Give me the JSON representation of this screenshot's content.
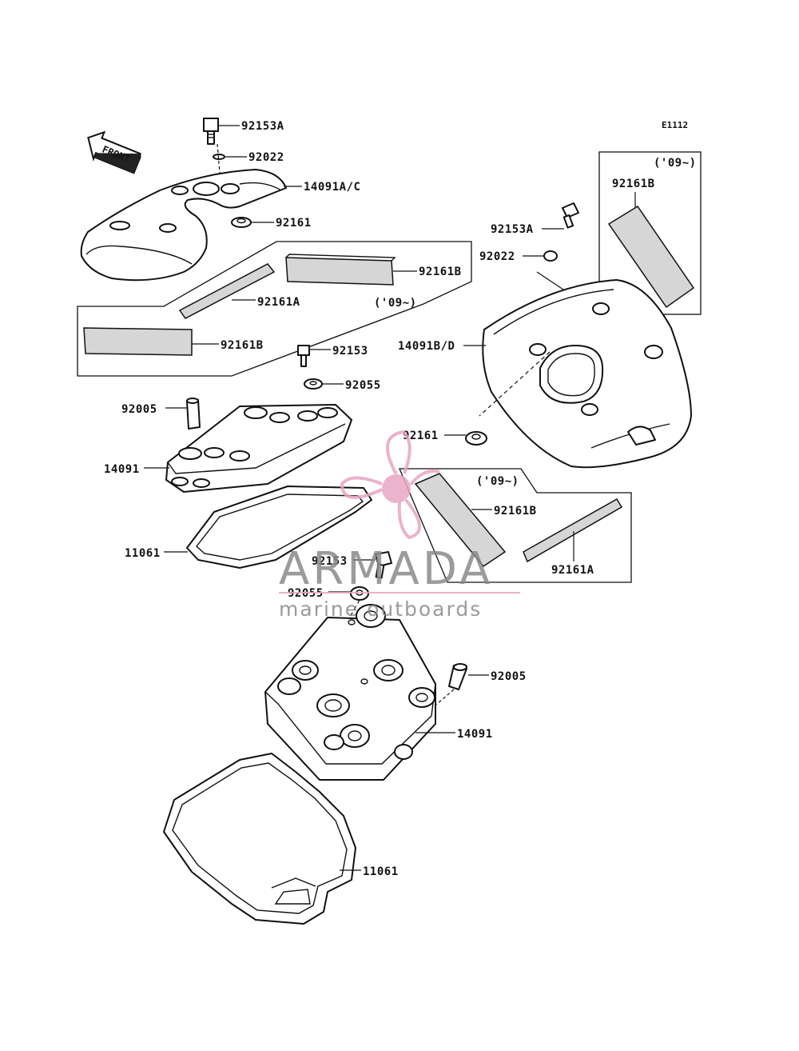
{
  "diagram_code": "E1112",
  "front_label": "FRONT",
  "watermark": {
    "brand": "ARMADA",
    "tagline": "marine outboards",
    "color": "#e8a6c4",
    "text_color": "#8a8a8a"
  },
  "labels": {
    "p92153A_top": "92153A",
    "p92022_top": "92022",
    "p14091AC": "14091A/C",
    "p92161_top": "92161",
    "p92161B_top": "92161B",
    "p92161A_top": "92161A",
    "p09_top": "('09~)",
    "p92161B_left": "92161B",
    "p92153_mid": "92153",
    "p92055_mid": "92055",
    "p92005_left": "92005",
    "p14091_left": "14091",
    "p11061_left": "11061",
    "p92153A_right": "92153A",
    "p92022_right": "92022",
    "p09_right_box": "('09~)",
    "p92161B_right_box": "92161B",
    "p14091BD": "14091B/D",
    "p92161_right": "92161",
    "p09_lower": "('09~)",
    "p92161B_lower": "92161B",
    "p92161A_lower": "92161A",
    "p92153_low": "92153",
    "p92055_low": "92055",
    "p92005_right": "92005",
    "p14091_right": "14091",
    "p11061_bottom": "11061"
  }
}
